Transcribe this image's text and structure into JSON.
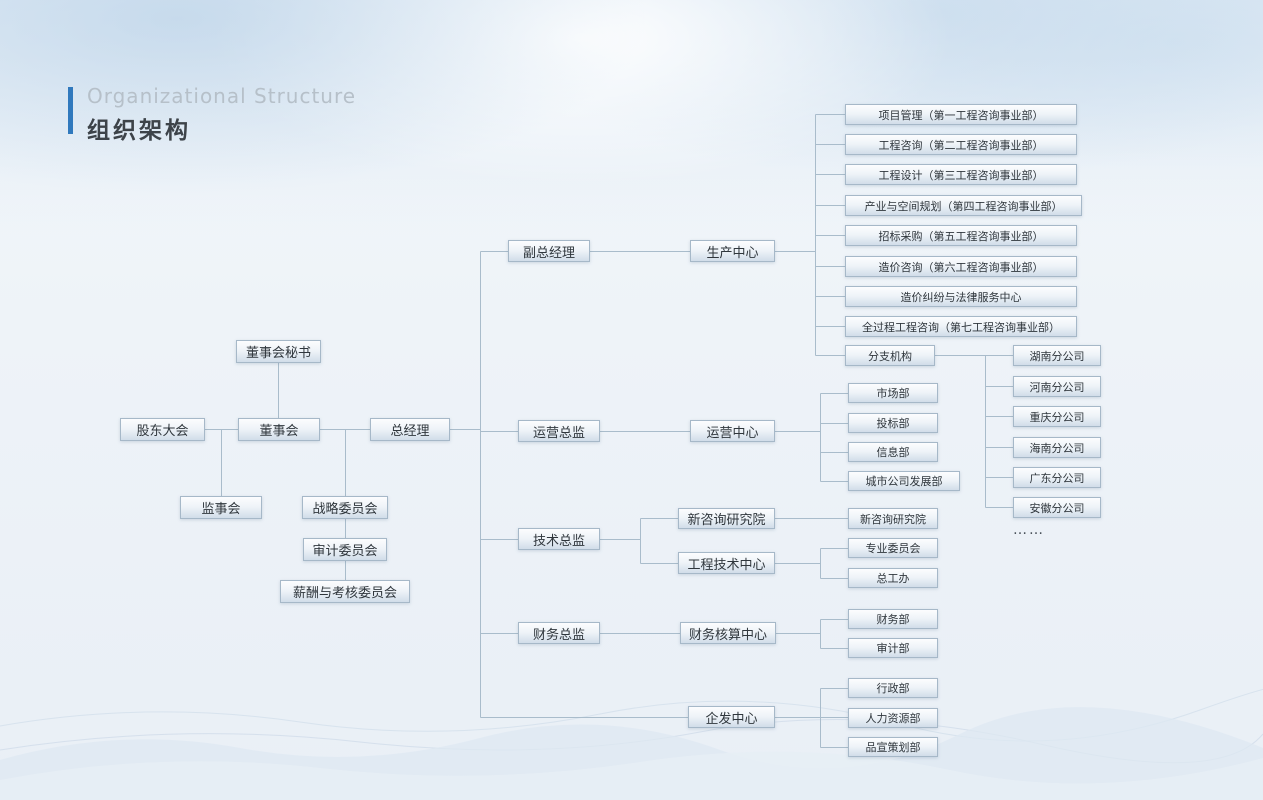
{
  "header": {
    "title_en": "Organizational Structure",
    "title_zh": "组织架构"
  },
  "org": {
    "shareholders": "股东大会",
    "board": "董事会",
    "board_secretary": "董事会秘书",
    "supervisory_board": "监事会",
    "strategy_committee": "战略委员会",
    "audit_committee": "审计委员会",
    "remuneration_committee": "薪酬与考核委员会",
    "general_manager": "总经理",
    "deputy_gm": "副总经理",
    "production_center": "生产中心",
    "production_units": [
      "项目管理（第一工程咨询事业部）",
      "工程咨询（第二工程咨询事业部）",
      "工程设计（第三工程咨询事业部）",
      "产业与空间规划（第四工程咨询事业部）",
      "招标采购（第五工程咨询事业部）",
      "造价咨询（第六工程咨询事业部）",
      "造价纠纷与法律服务中心",
      "全过程工程咨询（第七工程咨询事业部）"
    ],
    "branch_hub": "分支机构",
    "branches": [
      "湖南分公司",
      "河南分公司",
      "重庆分公司",
      "海南分公司",
      "广东分公司",
      "安徽分公司"
    ],
    "branches_ellipsis": "……",
    "ops_director": "运营总监",
    "ops_center": "运营中心",
    "ops_departments": [
      "市场部",
      "投标部",
      "信息部",
      "城市公司发展部"
    ],
    "tech_director": "技术总监",
    "research_institute": "新咨询研究院",
    "research_institute_sub": "新咨询研究院",
    "engineering_center": "工程技术中心",
    "engineering_departments": [
      "专业委员会",
      "总工办"
    ],
    "finance_director": "财务总监",
    "finance_center": "财务核算中心",
    "finance_departments": [
      "财务部",
      "审计部"
    ],
    "enterprise_center": "企发中心",
    "enterprise_departments": [
      "行政部",
      "人力资源部",
      "品宣策划部"
    ]
  }
}
